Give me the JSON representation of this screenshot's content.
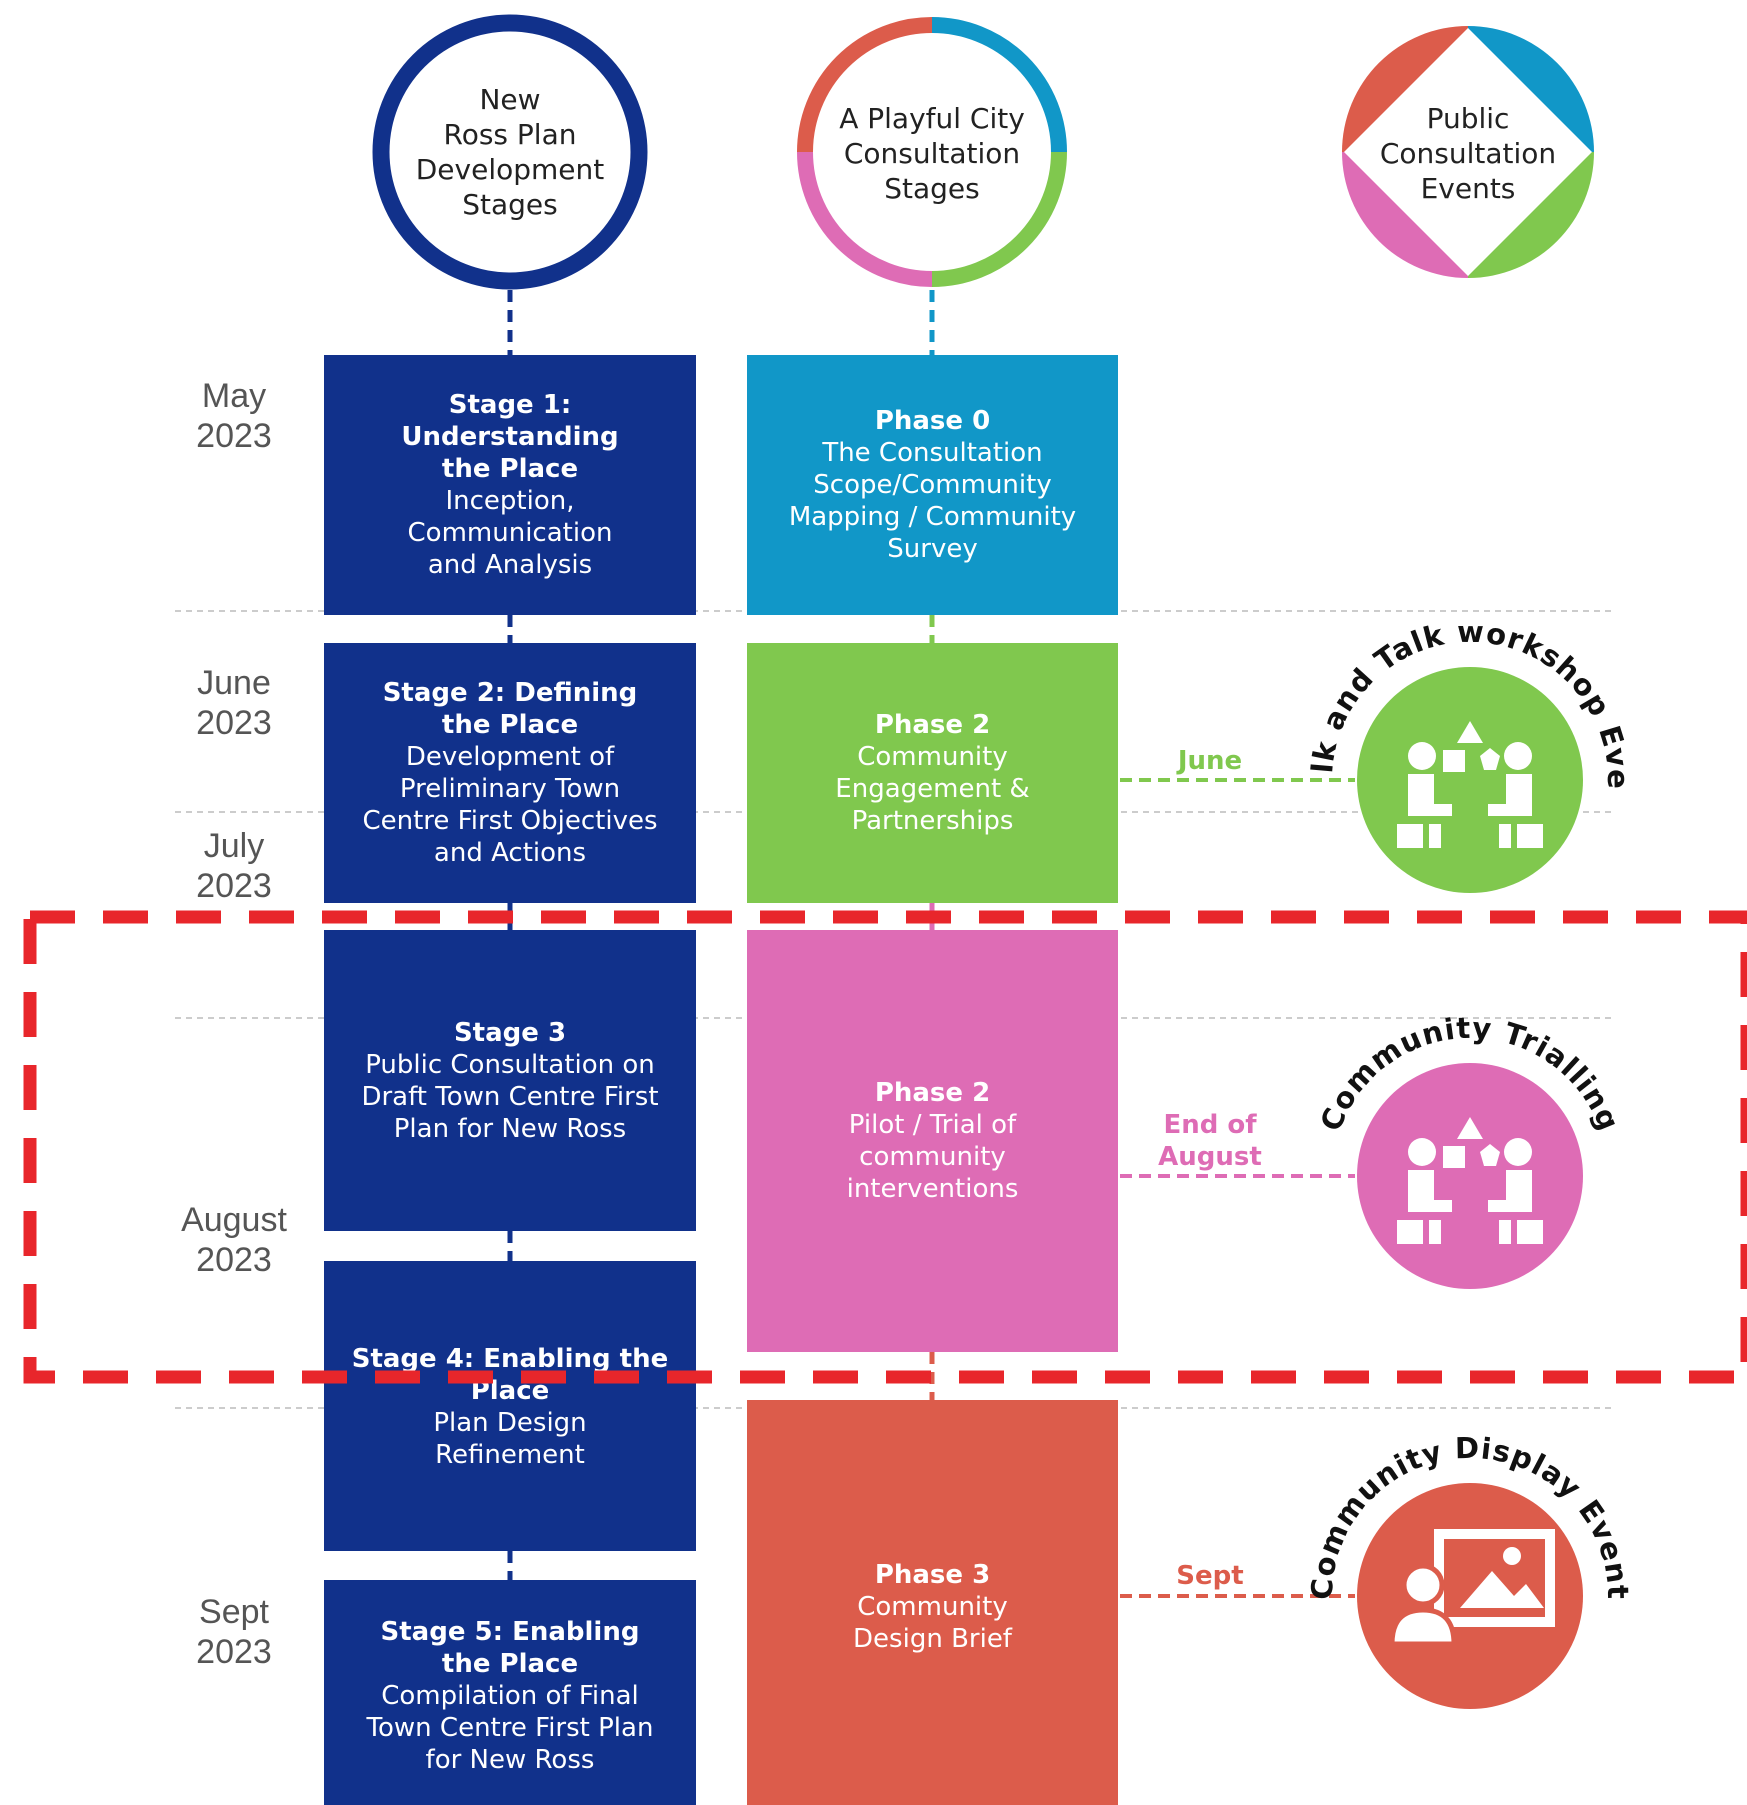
{
  "headers": {
    "col1": [
      "New",
      "Ross Plan",
      "Development",
      "Stages"
    ],
    "col2": [
      "A Playful City",
      "Consultation",
      "Stages"
    ],
    "col3": [
      "Public",
      "Consultation",
      "Events"
    ]
  },
  "dates": [
    [
      "May",
      "2023"
    ],
    [
      "June",
      "2023"
    ],
    [
      "July",
      "2023"
    ],
    [
      "August",
      "2023"
    ],
    [
      "Sept",
      "2023"
    ]
  ],
  "stages": [
    {
      "title": "Stage 1:\nUnderstanding\nthe Place",
      "text": "Inception,\nCommunication\nand Analysis"
    },
    {
      "title": "Stage 2: Defining\nthe Place",
      "text": "Development of\nPreliminary Town\nCentre First Objectives\nand Actions"
    },
    {
      "title": "Stage 3",
      "text": "Public Consultation on\nDraft Town Centre First\nPlan for New Ross"
    },
    {
      "title": "Stage 4: Enabling the\nPlace",
      "text": "Plan Design\nRefinement"
    },
    {
      "title": "Stage 5: Enabling\nthe Place",
      "text": "Compilation of Final\nTown Centre First Plan\nfor New Ross"
    }
  ],
  "phases": [
    {
      "title": "Phase 0",
      "text": "The Consultation\nScope/Community\nMapping / Community\nSurvey",
      "color": "#1197c8"
    },
    {
      "title": "Phase 2",
      "text": "Community\nEngagement &\nPartnerships",
      "color": "#80c84e"
    },
    {
      "title": "Phase 2",
      "text": "Pilot / Trial of\ncommunity\ninterventions",
      "color": "#de6cb5"
    },
    {
      "title": "Phase 3",
      "text": "Community\nDesign Brief",
      "color": "#dc5c4b"
    }
  ],
  "events": [
    {
      "name": "Walk and Talk workshop Event",
      "when": "June",
      "color": "#80c84e",
      "icon": "workshop-icon"
    },
    {
      "name": "Community Trialling",
      "when": "End of\nAugust",
      "color": "#de6cb5",
      "icon": "workshop-icon"
    },
    {
      "name": "Community Display Event",
      "when": "Sept",
      "color": "#dc5c4b",
      "icon": "display-icon"
    }
  ],
  "colors": {
    "navy": "#11318b",
    "blue": "#1197c8",
    "green": "#80c84e",
    "pink": "#de6cb5",
    "red": "#dc5c4b",
    "highlight": "#e8262b"
  }
}
